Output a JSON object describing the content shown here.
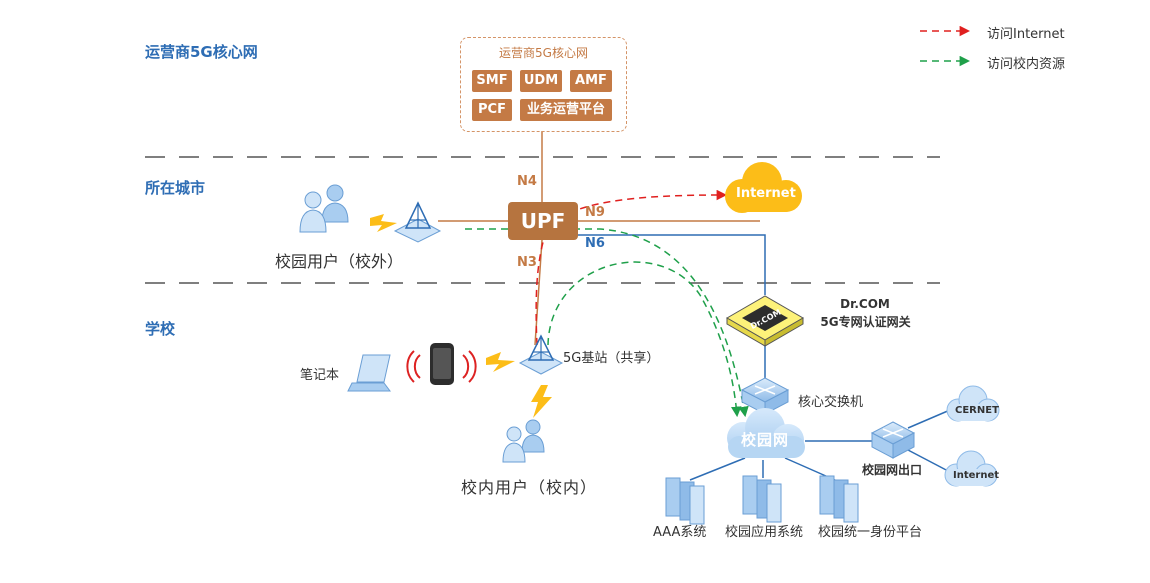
{
  "zones": {
    "core": "运营商5G核心网",
    "city": "所在城市",
    "school": "学校"
  },
  "core_network": {
    "title": "运营商5G核心网",
    "functions": [
      "SMF",
      "UDM",
      "AMF",
      "PCF",
      "业务运营平台"
    ]
  },
  "upf": "UPF",
  "interfaces": {
    "n4": "N4",
    "n9": "N9",
    "n6": "N6",
    "n3": "N3"
  },
  "internet_cloud": "Internet",
  "users_outside": "校园用户（校外）",
  "users_inside": "校内用户（校内）",
  "notebook": "笔记本",
  "base_station": "5G基站（共享）",
  "gateway": {
    "line1": "Dr.COM",
    "line2": "5G专网认证网关",
    "device_text": "Dr.COM"
  },
  "core_switch": "核心交换机",
  "campus_network": "校园网",
  "campus_exit": "校园网出口",
  "cernet": "CERNET",
  "internet_small": "Internet",
  "servers": [
    "AAA系统",
    "校园应用系统",
    "校园统一身份平台"
  ],
  "legend": {
    "internet": "访问Internet",
    "campus": "访问校内资源"
  },
  "colors": {
    "internet_path": "#e0201f",
    "campus_path": "#1fa04a",
    "upf_line": "#c47a45",
    "n6_line": "#2e6db4",
    "zone_text": "#2e6db4"
  }
}
